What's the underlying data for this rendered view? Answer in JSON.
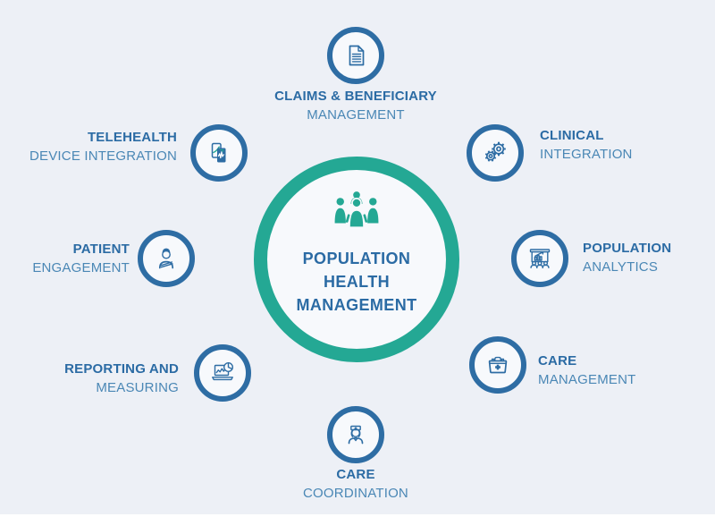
{
  "diagram_title": "Population Health Management infographic",
  "colors": {
    "background": "#edf0f6",
    "teal_accent": "#24a894",
    "blue_accent": "#2e6da4",
    "label_bold": "#2b6ba4",
    "label_light": "#4a87b5",
    "circle_fill": "#f7f9fc"
  },
  "center": {
    "icon": "people-group-icon",
    "title_lines": [
      "POPULATION",
      "HEALTH",
      "MANAGEMENT"
    ]
  },
  "nodes": [
    {
      "id": "claims",
      "position": "top",
      "icon": "document-icon",
      "line1": "CLAIMS & BENEFICIARY",
      "line2": "MANAGEMENT"
    },
    {
      "id": "clinical",
      "position": "top-right",
      "icon": "gears-icon",
      "line1": "CLINICAL",
      "line2": "INTEGRATION"
    },
    {
      "id": "analytics",
      "position": "right",
      "icon": "presentation-chart-icon",
      "line1": "POPULATION",
      "line2": "ANALYTICS"
    },
    {
      "id": "care-management",
      "position": "bottom-right",
      "icon": "first-aid-kit-icon",
      "line1": "CARE",
      "line2": "MANAGEMENT"
    },
    {
      "id": "care-coordination",
      "position": "bottom",
      "icon": "nurse-icon",
      "line1": "CARE",
      "line2": "COORDINATION"
    },
    {
      "id": "reporting",
      "position": "bottom-left",
      "icon": "laptop-analytics-icon",
      "line1": "REPORTING AND",
      "line2": "MEASURING"
    },
    {
      "id": "patient",
      "position": "left",
      "icon": "patient-icon",
      "line1": "PATIENT",
      "line2": "ENGAGEMENT"
    },
    {
      "id": "telehealth",
      "position": "top-left",
      "icon": "mobile-devices-icon",
      "line1": "TELEHEALTH",
      "line2": "DEVICE INTEGRATION"
    }
  ]
}
